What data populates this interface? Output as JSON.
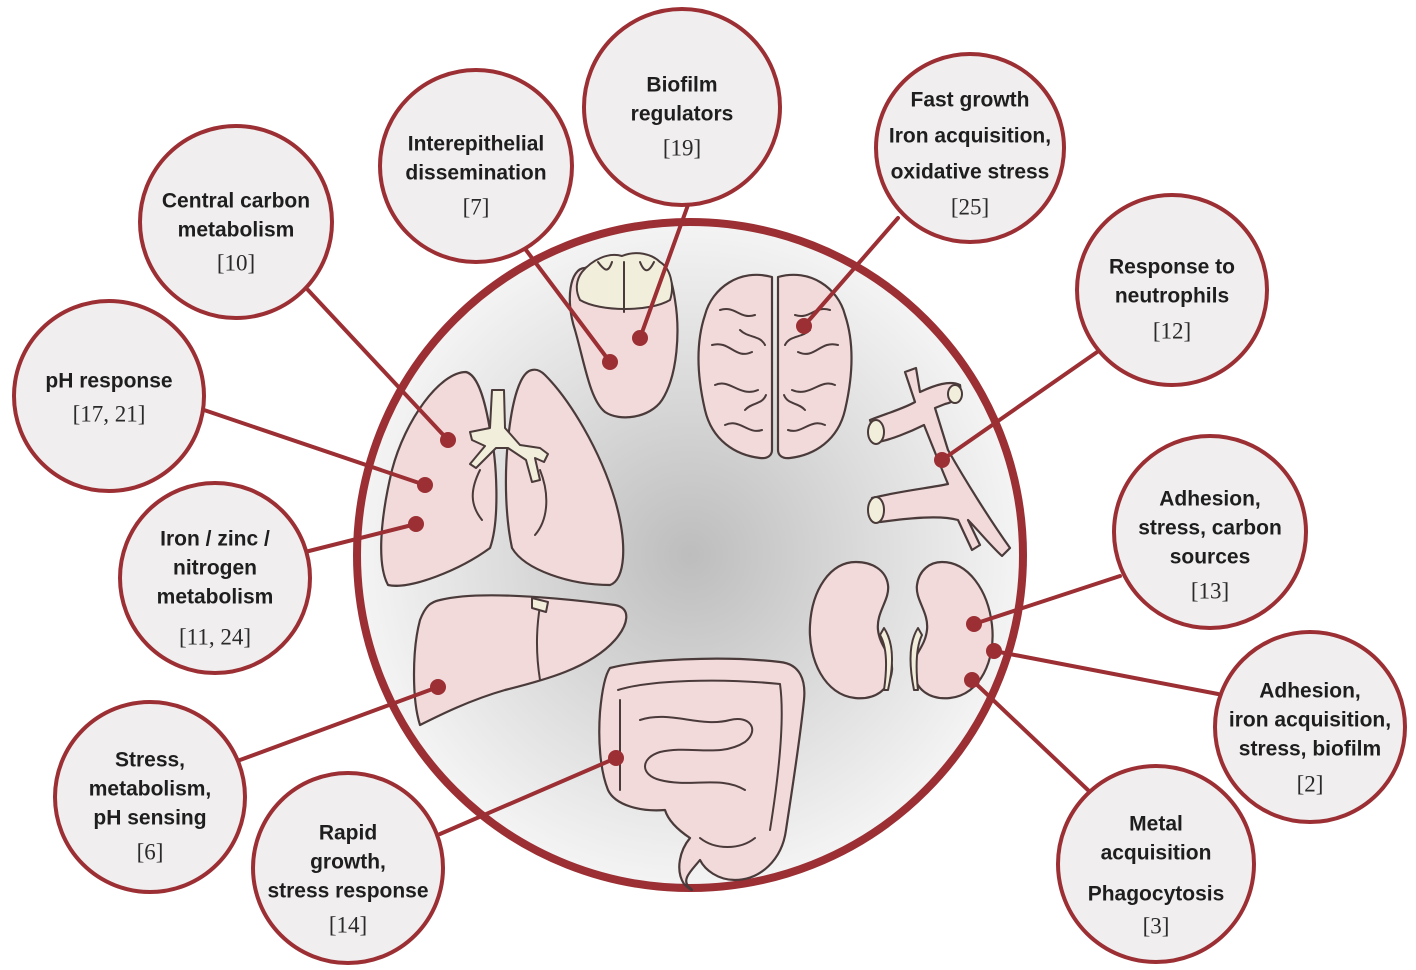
{
  "colors": {
    "accent": "#9b2f34",
    "bubble_fill": "#f0eeee",
    "organ_fill": "#f2d9da",
    "organ_stroke": "#4a3a3a"
  },
  "bubbles": [
    {
      "id": "central-carbon",
      "lines": [
        "Central carbon",
        "metabolism"
      ],
      "ref": "[10]"
    },
    {
      "id": "ph-response",
      "lines": [
        "pH response"
      ],
      "ref": "[17, 21]"
    },
    {
      "id": "iron-zinc",
      "lines": [
        "Iron / zinc /",
        "nitrogen",
        "metabolism"
      ],
      "ref": "[11, 24]"
    },
    {
      "id": "stress-metabolism",
      "lines": [
        "Stress,",
        "metabolism,",
        "pH sensing"
      ],
      "ref": "[6]"
    },
    {
      "id": "rapid-growth",
      "lines": [
        "Rapid",
        "growth,",
        "stress response"
      ],
      "ref": "[14]"
    },
    {
      "id": "interepithelial",
      "lines": [
        "Interepithelial",
        "dissemination"
      ],
      "ref": "[7]"
    },
    {
      "id": "biofilm-regulators",
      "lines": [
        "Biofilm",
        "regulators"
      ],
      "ref": "[19]"
    },
    {
      "id": "fast-growth",
      "lines": [
        "Fast growth",
        "Iron acquisition,",
        "oxidative stress"
      ],
      "ref": "[25]"
    },
    {
      "id": "neutrophils",
      "lines": [
        "Response to",
        "neutrophils"
      ],
      "ref": "[12]"
    },
    {
      "id": "adhesion-carbon",
      "lines": [
        "Adhesion,",
        "stress, carbon",
        "sources"
      ],
      "ref": "[13]"
    },
    {
      "id": "adhesion-biofilm",
      "lines": [
        "Adhesion,",
        "iron acquisition,",
        "stress, biofilm"
      ],
      "ref": "[2]"
    },
    {
      "id": "metal-acquisition",
      "lines": [
        "Metal",
        "acquisition",
        "Phagocytosis"
      ],
      "ref": "[3]"
    }
  ],
  "organs": [
    "lungs",
    "tongue",
    "brain",
    "blood-vessel",
    "kidneys",
    "intestine",
    "liver"
  ]
}
